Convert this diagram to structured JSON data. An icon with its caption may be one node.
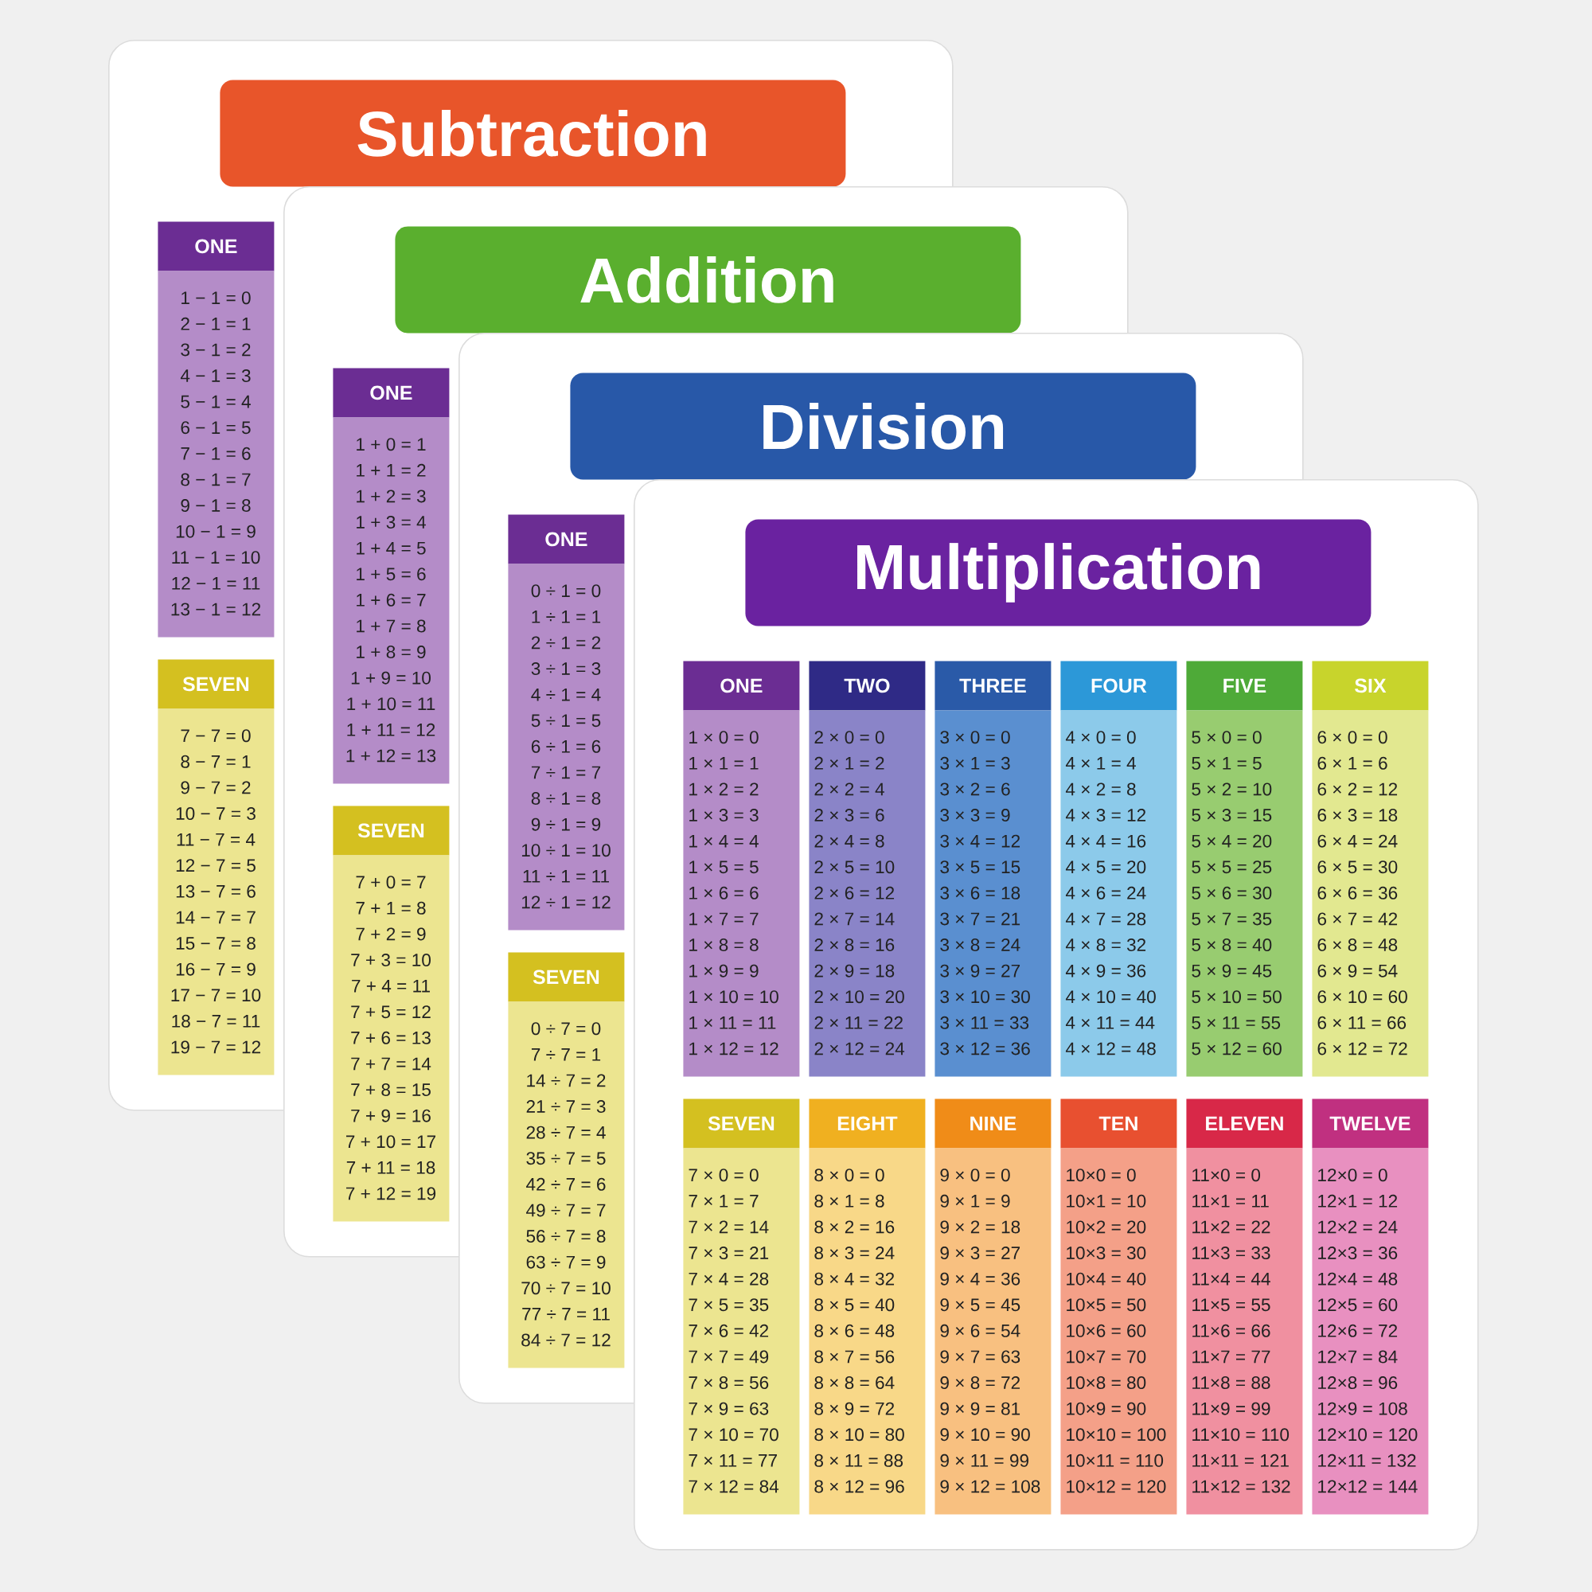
{
  "diagram": {
    "nodes": [
      {
        "text": [],
        "shape": "box"
      },
      {
        "text": [
          "Subtraction"
        ],
        "in": 0
      },
      {
        "text": [
          "ONE"
        ],
        "in": 0
      },
      {
        "text": [
          "1 − 1 = 0",
          "2 − 1 = 1",
          "3 − 1 = 2",
          "4 − 1 = 3",
          "5 − 1 = 4",
          "6 − 1 = 5",
          "7 − 1 = 6",
          "8 − 1 = 7",
          "9 − 1 = 8",
          "10 − 1 = 9",
          "11 − 1 = 10",
          "12 − 1 = 11",
          "13 − 1 = 12"
        ],
        "in": 0
      },
      {
        "text": [
          "SEVEN"
        ],
        "in": 0
      },
      {
        "text": [
          "7 − 7 = 0",
          "8 − 7 = 1",
          "9 − 7 = 2",
          "10 − 7 = 3",
          "11 − 7 = 4",
          "12 − 7 = 5",
          "13 − 7 = 6",
          "14 − 7 = 7",
          "15 − 7 = 8",
          "16 − 7 = 9",
          "17 − 7 = 10",
          "18 − 7 = 11",
          "19 − 7 = 12"
        ],
        "in": 0
      },
      {
        "text": [],
        "shape": "box"
      },
      {
        "text": [
          "Addition"
        ],
        "in": 6
      },
      {
        "text": [
          "ONE"
        ]
      },
      {
        "text": [
          "1 + 0 = 1",
          "1 + 1 = 2",
          "1 + 2 = 3",
          "1 + 3 = 4",
          "1 + 4 = 5",
          "1 + 5 = 6",
          "1 + 6 = 7",
          "1 + 7 = 8",
          "1 + 8 = 9",
          "1 + 9 = 10",
          "1 + 10 = 11",
          "1 + 11 = 12",
          "1 + 12 = 13"
        ]
      },
      {
        "text": [
          "SEVEN"
        ]
      },
      {
        "text": [
          "7 + 0 = 7",
          "7 + 1 = 8",
          "7 + 2 = 9",
          "7 + 3 = 10",
          "7 + 4 = 11",
          "7 + 5 = 12",
          "7 + 6 = 13",
          "7 + 7 = 14",
          "7 + 8 = 15",
          "7 + 9 = 16",
          "7 + 10 = 17",
          "7 + 11 = 18",
          "7 + 12 = 19"
        ],
        "in": 6
      },
      {
        "text": [],
        "shape": "box"
      },
      {
        "text": [
          "Division"
        ],
        "in": 12
      },
      {
        "text": [
          "ONE"
        ]
      },
      {
        "text": [
          "0 ÷ 1 = 0",
          "1 ÷ 1 = 1",
          "2 ÷ 1 = 2",
          "3 ÷ 1 = 3",
          "4 ÷ 1 = 4",
          "5 ÷ 1 = 5",
          "6 ÷ 1 = 6",
          "7 ÷ 1 = 7",
          "8 ÷ 1 = 8",
          "9 ÷ 1 = 9",
          "10 ÷ 1 = 10",
          "11 ÷ 1 = 11",
          "12 ÷ 1 = 12"
        ]
      },
      {
        "text": [
          "SEVEN"
        ]
      },
      {
        "text": [
          "0 ÷ 7 = 0",
          "7 ÷ 7 = 1",
          "14 ÷ 7 = 2",
          "21 ÷ 7 = 3",
          "28 ÷ 7 = 4",
          "35 ÷ 7 = 5",
          "42 ÷ 7 = 6",
          "49 ÷ 7 = 7",
          "56 ÷ 7 = 8",
          "63 ÷ 7 = 9",
          "70 ÷ 7 = 10",
          "77 ÷ 7 = 11",
          "84 ÷ 7 = 12"
        ],
        "in": 12
      },
      {
        "text": [],
        "shape": "box"
      },
      {
        "text": [
          "Multiplication"
        ],
        "in": 18
      },
      {
        "text": [
          "ONE"
        ]
      },
      {
        "text": [
          "1 × 0 = 0",
          "1 × 1 = 1",
          "1 × 2 = 2",
          "1 × 3 = 3",
          "1 × 4 = 4",
          "1 × 5 = 5",
          "1 × 6 = 6",
          "1 × 7 = 7",
          "1 × 8 = 8",
          "1 × 9 = 9",
          "1 × 10 = 10",
          "1 × 11 = 11",
          "1 × 12 = 12"
        ]
      },
      {
        "text": [
          "TWO"
        ]
      },
      {
        "text": [
          "2 × 0 = 0",
          "2 × 1 = 2",
          "2 × 2 = 4",
          "2 × 3 = 6",
          "2 × 4 = 8",
          "2 × 5 = 10",
          "2 × 6 = 12",
          "2 × 7 = 14",
          "2 × 8 = 16",
          "2 × 9 = 18",
          "2 × 10 = 20",
          "2 × 11 = 22",
          "2 × 12 = 24"
        ]
      },
      {
        "text": [
          "THREE"
        ]
      },
      {
        "text": [
          "3 × 0 = 0",
          "3 × 1 = 3",
          "3 × 2 = 6",
          "3 × 3 = 9",
          "3 × 4 = 12",
          "3 × 5 = 15",
          "3 × 6 = 18",
          "3 × 7 = 21",
          "3 × 8 = 24",
          "3 × 9 = 27",
          "3 × 10 = 30",
          "3 × 11 = 33",
          "3 × 12 = 36"
        ]
      },
      {
        "text": [
          "FOUR"
        ]
      },
      {
        "text": [
          "4 × 0 = 0",
          "4 × 1 = 4",
          "4 × 2 = 8",
          "4 × 3 = 12",
          "4 × 4 = 16",
          "4 × 5 = 20",
          "4 × 6 = 24",
          "4 × 7 = 28",
          "4 × 8 = 32",
          "4 × 9 = 36",
          "4 × 10 = 40",
          "4 × 11 = 44",
          "4 × 12 = 48"
        ]
      },
      {
        "text": [
          "FIVE"
        ]
      },
      {
        "text": [
          "5 × 0 = 0",
          "5 × 1 = 5",
          "5 × 2 = 10",
          "5 × 3 = 15",
          "5 × 4 = 20",
          "5 × 5 = 25",
          "5 × 6 = 30",
          "5 × 7 = 35",
          "5 × 8 = 40",
          "5 × 9 = 45",
          "5 × 10 = 50",
          "5 × 11 = 55",
          "5 × 12 = 60"
        ]
      },
      {
        "text": [
          "SIX"
        ],
        "in": 18
      },
      {
        "text": [
          "6 × 0 = 0",
          "6 × 1 = 6",
          "6 × 2 = 12",
          "6 × 3 = 18",
          "6 × 4 = 24",
          "6 × 5 = 30",
          "6 × 6 = 36",
          "6 × 7 = 42",
          "6 × 8 = 48",
          "6 × 9 = 54",
          "6 × 10 = 60",
          "6 × 11 = 66",
          "6 × 12 = 72"
        ],
        "in": 18
      },
      {
        "text": [
          "SEVEN"
        ]
      },
      {
        "text": [
          "7 × 0 = 0",
          "7 × 1 = 7",
          "7 × 2 = 14",
          "7 × 3 = 21",
          "7 × 4 = 28",
          "7 × 5 = 35",
          "7 × 6 = 42",
          "7 × 7 = 49",
          "7 × 8 = 56",
          "7 × 9 = 63",
          "7 × 10 = 70",
          "7 × 11 = 77",
          "7 × 12 = 84"
        ],
        "in": 18
      },
      {
        "text": [
          "EIGHT"
        ]
      },
      {
        "text": [
          "8 × 0 = 0",
          "8 × 1 = 8",
          "8 × 2 = 16",
          "8 × 3 = 24",
          "8 × 4 = 32",
          "8 × 5 = 40",
          "8 × 6 = 48",
          "8 × 7 = 56",
          "8 × 8 = 64",
          "8 × 9 = 72",
          "8 × 10 = 80",
          "8 × 11 = 88",
          "8 × 12 = 96"
        ],
        "in": 18
      },
      {
        "text": [
          "NINE"
        ]
      },
      {
        "text": [
          "9 × 0 = 0",
          "9 × 1 = 9",
          "9 × 2 = 18",
          "9 × 3 = 27",
          "9 × 4 = 36",
          "9 × 5 = 45",
          "9 × 6 = 54",
          "9 × 7 = 63",
          "9 × 8 = 72",
          "9 × 9 = 81",
          "9 × 10 = 90",
          "9 × 11 = 99",
          "9 × 12 = 108"
        ],
        "in": 18
      },
      {
        "text": [
          "TEN"
        ]
      },
      {
        "text": [
          "10×0 = 0",
          "10×1 = 10",
          "10×2 = 20",
          "10×3 = 30",
          "10×4 = 40",
          "10×5 = 50",
          "10×6 = 60",
          "10×7 = 70",
          "10×8 = 80",
          "10×9 = 90",
          "10×10 = 100",
          "10×11 = 110",
          "10×12 = 120"
        ],
        "in": 18
      },
      {
        "text": [
          "ELEVEN"
        ]
      },
      {
        "text": [
          "11×0 = 0",
          "11×1 = 11",
          "11×2 = 22",
          "11×3 = 33",
          "11×4 = 44",
          "11×5 = 55",
          "11×6 = 66",
          "11×7 = 77",
          "11×8 = 88",
          "11×9 = 99",
          "11×10 = 110",
          "11×11 = 121",
          "11×12 = 132"
        ],
        "in": 18
      },
      {
        "text": [
          "TWELVE"
        ],
        "in": 18
      },
      {
        "text": [
          "12×0 = 0",
          "12×1 = 12",
          "12×2 = 24",
          "12×3 = 36",
          "12×4 = 48",
          "12×5 = 60",
          "12×6 = 72",
          "12×7 = 84",
          "12×8 = 96",
          "12×9 = 108",
          "12×10 = 120",
          "12×11 = 132",
          "12×12 = 144"
        ],
        "in": 18
      }
    ]
  }
}
